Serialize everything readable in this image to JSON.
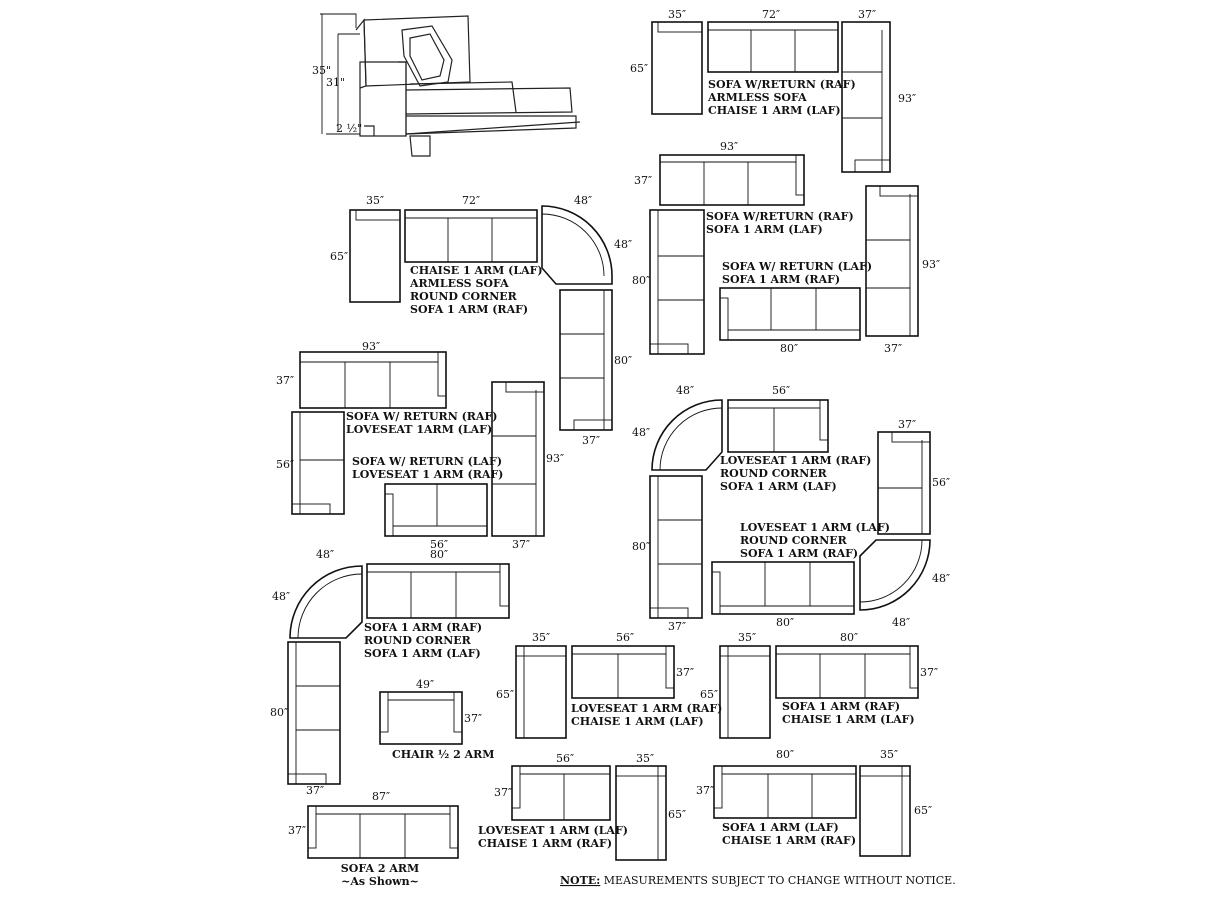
{
  "sketch": {
    "dims": [
      "35\"",
      "31\"",
      "2 ½\""
    ]
  },
  "labels": [
    {
      "key": "g1",
      "lines": [
        "SOFA W/RETURN (RAF)",
        "ARMLESS SOFA",
        "CHAISE 1 ARM (LAF)"
      ]
    },
    {
      "key": "g2",
      "lines": [
        "SOFA W/RETURN (RAF)",
        "SOFA 1 ARM (LAF)"
      ]
    },
    {
      "key": "g3",
      "lines": [
        "SOFA W/ RETURN (LAF)",
        "SOFA 1 ARM (RAF)"
      ]
    },
    {
      "key": "g4",
      "lines": [
        "CHAISE 1 ARM (LAF)",
        "ARMLESS SOFA",
        "ROUND CORNER",
        "SOFA 1 ARM (RAF)"
      ]
    },
    {
      "key": "g5",
      "lines": [
        "SOFA W/ RETURN (RAF)",
        "LOVESEAT 1ARM (LAF)"
      ]
    },
    {
      "key": "g6",
      "lines": [
        "SOFA  W/ RETURN (LAF)",
        "LOVESEAT 1 ARM (RAF)"
      ]
    },
    {
      "key": "g7",
      "lines": [
        "LOVESEAT 1 ARM (RAF)",
        "ROUND CORNER",
        "SOFA 1 ARM (LAF)"
      ]
    },
    {
      "key": "g8",
      "lines": [
        "LOVESEAT 1 ARM (LAF)",
        "ROUND CORNER",
        "SOFA 1 ARM (RAF)"
      ]
    },
    {
      "key": "g9",
      "lines": [
        "SOFA 1 ARM (RAF)",
        "ROUND CORNER",
        "SOFA 1 ARM (LAF)"
      ]
    },
    {
      "key": "g10",
      "lines": [
        "CHAIR ½  2 ARM"
      ]
    },
    {
      "key": "g11",
      "lines": [
        "LOVESEAT 1 ARM (RAF)",
        "CHAISE 1 ARM (LAF)"
      ]
    },
    {
      "key": "g12",
      "lines": [
        "SOFA 1 ARM (RAF)",
        "CHAISE 1 ARM (LAF)"
      ]
    },
    {
      "key": "g13",
      "lines": [
        "LOVESEAT 1 ARM (LAF)",
        "CHAISE 1 ARM (RAF)"
      ]
    },
    {
      "key": "g14",
      "lines": [
        "SOFA 1 ARM (LAF)",
        "CHAISE 1 ARM (RAF)"
      ]
    },
    {
      "key": "g15",
      "lines": [
        "SOFA 2 ARM",
        "~As Shown~"
      ]
    }
  ],
  "dimensions": {
    "d35": "35″",
    "d72": "72″",
    "d37": "37″",
    "d65": "65″",
    "d93": "93″",
    "d48": "48″",
    "d80": "80″",
    "d56": "56″",
    "d49": "49″",
    "d87": "87″"
  },
  "note": {
    "prefix": "NOTE:",
    "text": " MEASUREMENTS SUBJECT TO CHANGE WITHOUT NOTICE."
  }
}
